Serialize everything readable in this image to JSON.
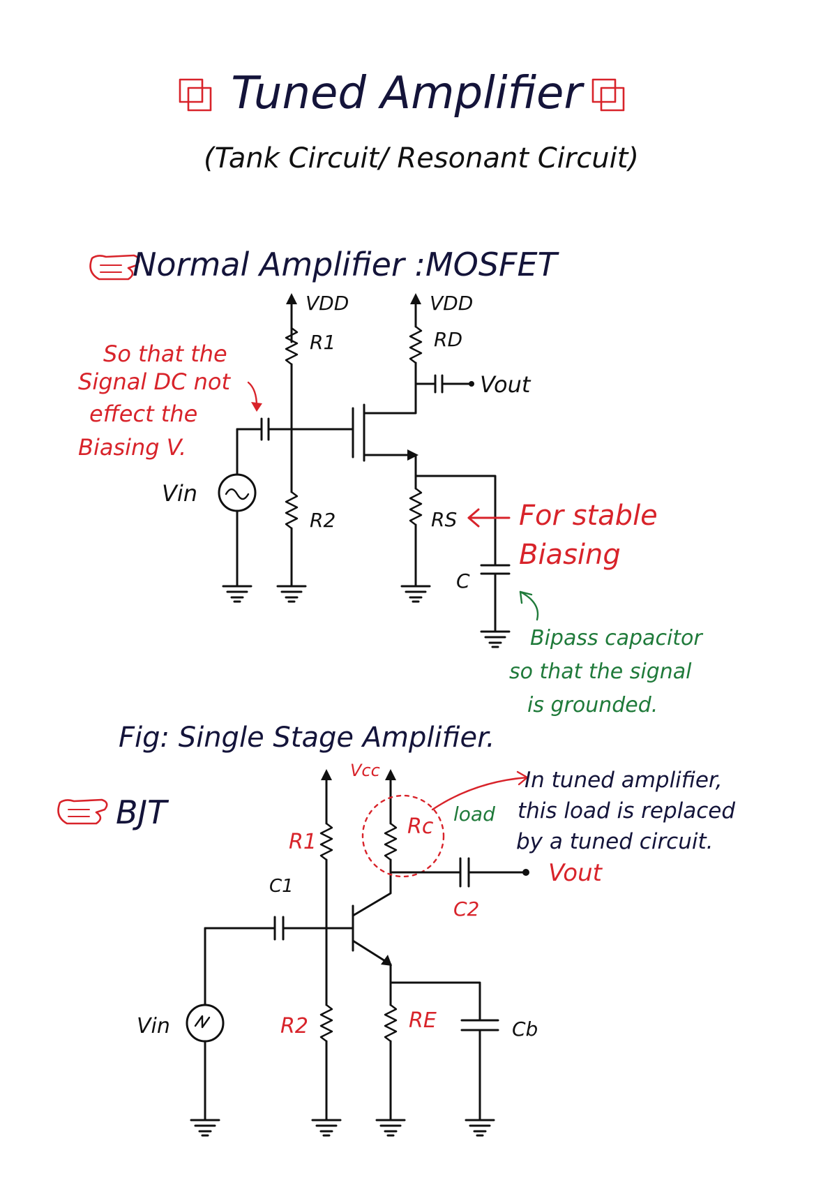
{
  "header": {
    "title": "Tuned Amplifier",
    "subtitle": "(Tank Circuit/ Resonant Circuit)"
  },
  "section_mosfet": {
    "heading": "Normal Amplifier :MOSFET",
    "labels": {
      "vdd_left": "VDD",
      "vdd_right": "VDD",
      "r1": "R1",
      "rd": "RD",
      "vout": "Vout",
      "vin": "Vin",
      "r2": "R2",
      "rs": "RS",
      "c": "C"
    },
    "notes": {
      "coupling_note": [
        "So that the",
        "Signal DC not",
        "effect the",
        "Biasing V."
      ],
      "rs_note": [
        "For stable",
        "Biasing"
      ],
      "bypass_note": [
        "Bipass capacitor",
        "so that the signal",
        "is grounded."
      ]
    },
    "caption": "Fig: Single Stage Amplifier."
  },
  "section_bjt": {
    "heading": "BJT",
    "labels": {
      "vcc": "Vcc",
      "r1": "R1",
      "rc": "Rc",
      "load": "load",
      "c1": "C1",
      "c2": "C2",
      "vout": "Vout",
      "vin": "Vin",
      "r2": "R2",
      "re": "RE",
      "cb": "Cb"
    },
    "notes": {
      "tuned_note": [
        "In tuned amplifier,",
        "this load is replaced",
        "by a tuned circuit."
      ]
    }
  },
  "colors": {
    "ink": "#101010",
    "heading_ink": "#14143a",
    "red_accent": "#d8232a",
    "green_note": "#1f7a3a",
    "paper": "#ffffff"
  },
  "icons": [
    "decorative-square-icon",
    "pointing-hand-icon",
    "ac-source-icon",
    "ground-icon",
    "resistor-icon",
    "capacitor-icon",
    "arrow-icon"
  ]
}
